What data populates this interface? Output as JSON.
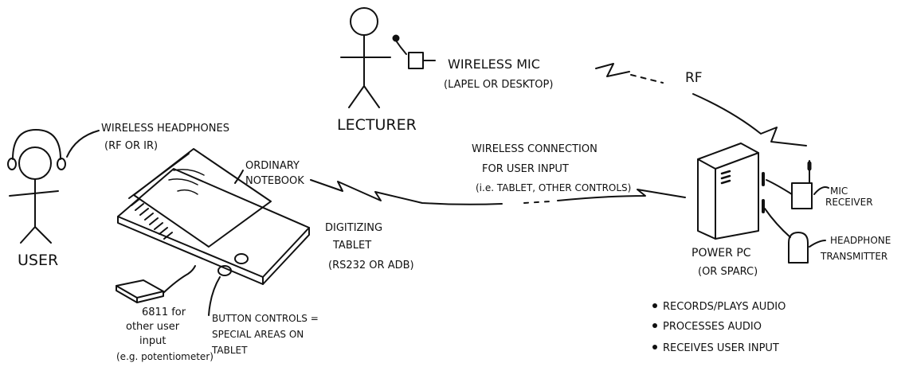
{
  "lecturer": {
    "label": "LECTURER"
  },
  "user": {
    "label": "USER"
  },
  "mic": {
    "line1": "WIRELESS MIC",
    "line2": "(LAPEL OR DESKTOP)"
  },
  "rf": {
    "label": "RF"
  },
  "headphones": {
    "line1": "WIRELESS HEADPHONES",
    "line2": "(RF OR IR)"
  },
  "notebook": {
    "line1": "ORDINARY",
    "line2": "NOTEBOOK"
  },
  "connection": {
    "line1": "WIRELESS CONNECTION",
    "line2": "FOR USER INPUT",
    "line3": "(i.e. TABLET, OTHER CONTROLS)"
  },
  "tablet": {
    "line1": "DIGITIZING",
    "line2": "TABLET",
    "line3": "(RS232 OR ADB)"
  },
  "controller": {
    "line1": "6811 for",
    "line2": "other user",
    "line3": "input",
    "line4": "(e.g. potentiometer)"
  },
  "buttons": {
    "line1": "BUTTON CONTROLS =",
    "line2": "SPECIAL AREAS ON",
    "line3": "TABLET"
  },
  "computer": {
    "line1": "POWER PC",
    "line2": "(OR SPARC)"
  },
  "receiver": {
    "line1": "MIC",
    "line2": "RECEIVER"
  },
  "transmitter": {
    "line1": "HEADPHONE",
    "line2": "TRANSMITTER"
  },
  "functions": {
    "items": [
      "RECORDS/PLAYS AUDIO",
      "PROCESSES AUDIO",
      "RECEIVES USER INPUT"
    ]
  }
}
